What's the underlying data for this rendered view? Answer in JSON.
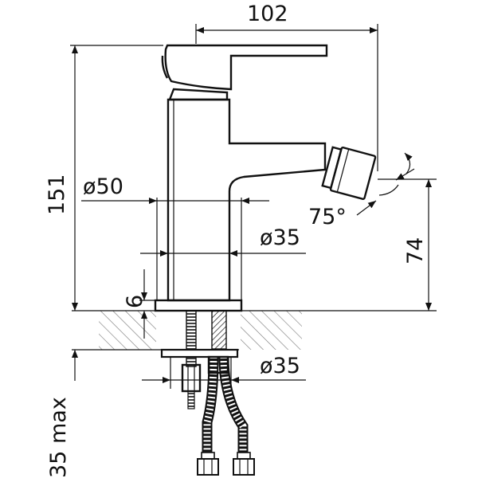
{
  "dimensions": {
    "spout_reach": "102",
    "total_height": "151",
    "body_diameter": "ø50",
    "base_diameter": "ø35",
    "aerator_angle": "75°",
    "outlet_height": "74",
    "base_thickness": "6",
    "mounting_diameter": "ø35",
    "max_countertop": "35 max"
  },
  "colors": {
    "line": "#111111",
    "hatch": "#777777",
    "background": "#ffffff"
  }
}
